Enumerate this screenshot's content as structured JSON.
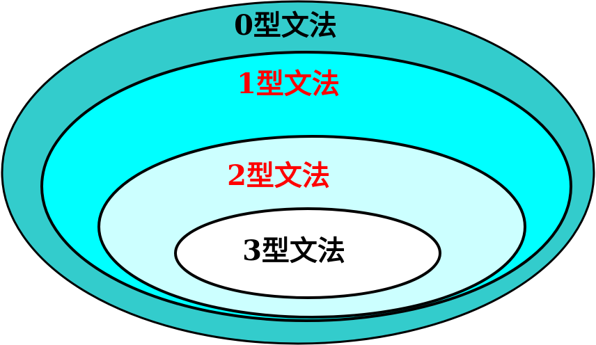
{
  "diagram": {
    "levels": [
      {
        "label": "0型文法",
        "fill": "#33cccc",
        "text_color": "#000000"
      },
      {
        "label": "1型文法",
        "fill": "#00ffff",
        "text_color": "#ff0000"
      },
      {
        "label": "2型文法",
        "fill": "#ccffff",
        "text_color": "#ff0000"
      },
      {
        "label": "3型文法",
        "fill": "#ffffff",
        "text_color": "#000000"
      }
    ],
    "outline_color": "#000000"
  }
}
